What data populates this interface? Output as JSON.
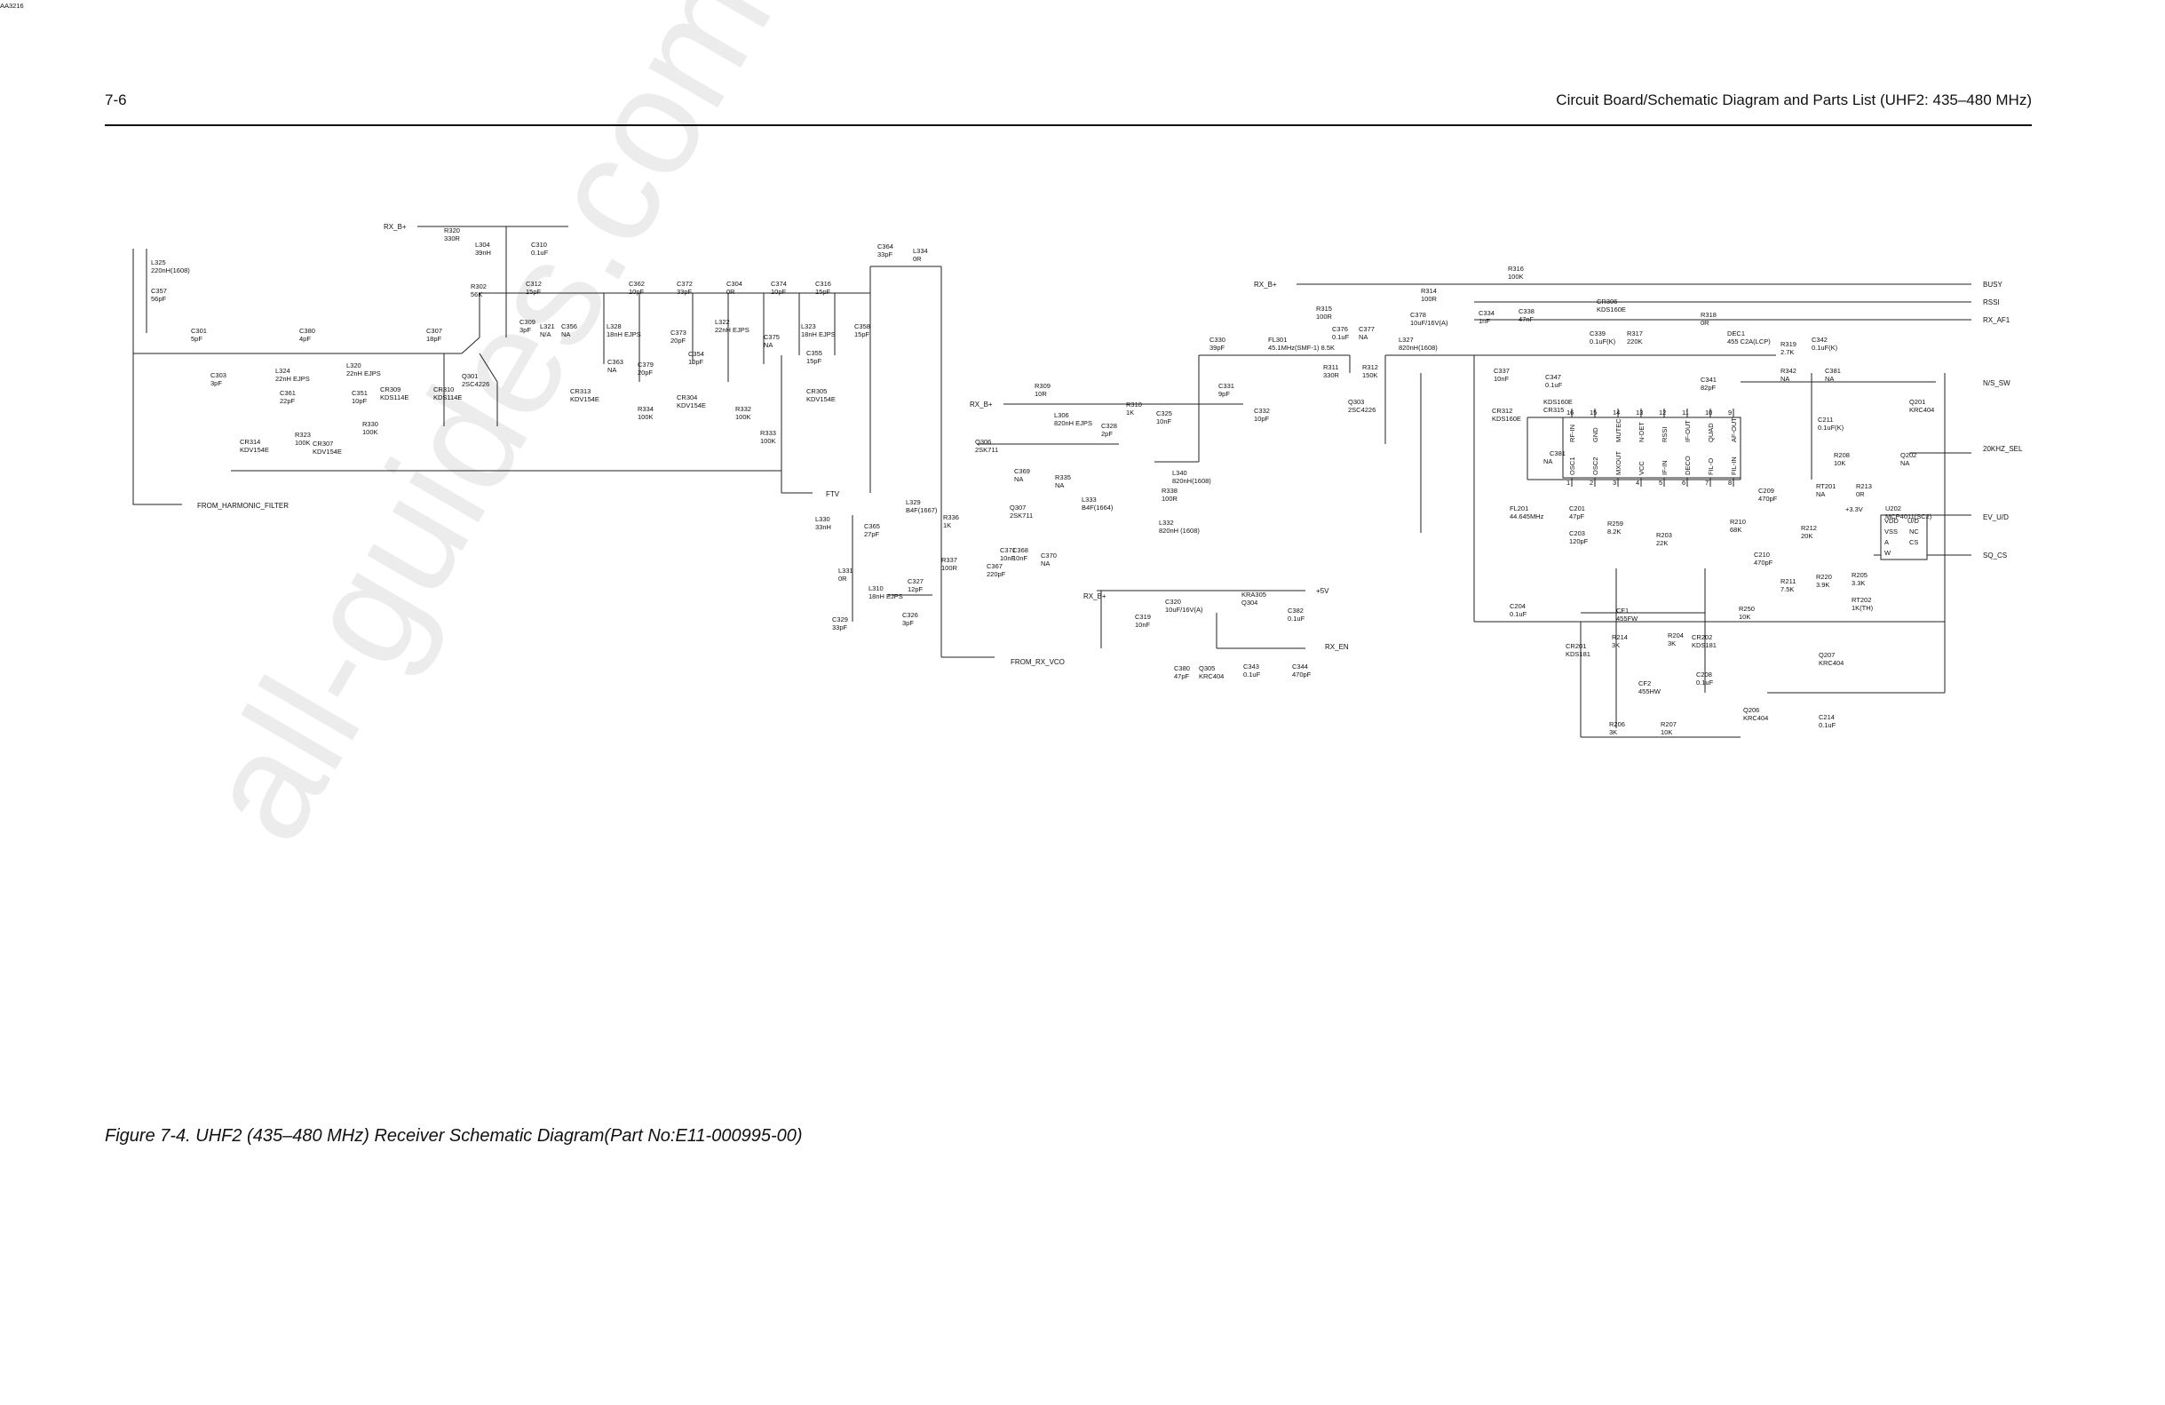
{
  "header": {
    "page_number": "7-6",
    "title": "Circuit Board/Schematic Diagram and Parts List (UHF2: 435–480 MHz)"
  },
  "caption": "Figure 7-4. UHF2 (435–480 MHz) Receiver Schematic Diagram(Part No:E11-000995-00)",
  "watermark": "all-guides.com",
  "nets": {
    "rx_b_top": "RX_B+",
    "rx_b_mid": "RX_B+",
    "rx_b_right": "RX_B+",
    "rx_b_bottom": "RX_B+",
    "from_harmonic_filter": "FROM_HARMONIC_FILTER",
    "ftv": "FTV",
    "from_rx_vco": "FROM_RX_VCO",
    "busy": "BUSY",
    "rssi": "RSSI",
    "rx_af1": "RX_AF1",
    "ns_sw": "N/S_SW",
    "khz_sel": "20KHZ_SEL",
    "ev_ud": "EV_U/D",
    "sq_cs": "SQ_CS",
    "plus5v": "+5V",
    "rx_en": "RX_EN",
    "plus3v": "+3.3V"
  },
  "components": [
    {
      "id": "L325",
      "text": [
        "L325",
        "220nH(1608)"
      ]
    },
    {
      "id": "C357",
      "text": [
        "C357",
        "56pF"
      ]
    },
    {
      "id": "R320",
      "text": [
        "R320",
        "330R"
      ]
    },
    {
      "id": "L304",
      "text": [
        "L304",
        "39nH"
      ]
    },
    {
      "id": "C310",
      "text": [
        "C310",
        "0.1uF"
      ]
    },
    {
      "id": "R302",
      "text": [
        "R302",
        "56K"
      ]
    },
    {
      "id": "C312",
      "text": [
        "C312",
        "15pF"
      ]
    },
    {
      "id": "C301",
      "text": [
        "C301",
        "5pF"
      ]
    },
    {
      "id": "C380",
      "text": [
        "C380",
        "4pF"
      ]
    },
    {
      "id": "C307",
      "text": [
        "C307",
        "18pF"
      ]
    },
    {
      "id": "C303",
      "text": [
        "C303",
        "3pF"
      ]
    },
    {
      "id": "L324",
      "text": [
        "L324",
        "22nH EJPS"
      ]
    },
    {
      "id": "C361",
      "text": [
        "C361",
        "22pF"
      ]
    },
    {
      "id": "L320",
      "text": [
        "L320",
        "22nH EJPS"
      ]
    },
    {
      "id": "C351",
      "text": [
        "C351",
        "10pF"
      ]
    },
    {
      "id": "CR309",
      "text": [
        "CR309",
        "KDS114E"
      ]
    },
    {
      "id": "CR310",
      "text": [
        "CR310",
        "KDS114E"
      ]
    },
    {
      "id": "Q301",
      "text": [
        "Q301",
        "2SC4226"
      ]
    },
    {
      "id": "R330",
      "text": [
        "R330",
        "100K"
      ]
    },
    {
      "id": "CR314",
      "text": [
        "CR314",
        "KDV154E"
      ]
    },
    {
      "id": "R323",
      "text": [
        "R323",
        "100K"
      ]
    },
    {
      "id": "CR307",
      "text": [
        "CR307",
        "KDV154E"
      ]
    },
    {
      "id": "C309",
      "text": [
        "C309",
        "3pF"
      ]
    },
    {
      "id": "L321",
      "text": [
        "L321",
        "N/A"
      ]
    },
    {
      "id": "C356",
      "text": [
        "C356",
        "NA"
      ]
    },
    {
      "id": "C362",
      "text": [
        "C362",
        "10pF"
      ]
    },
    {
      "id": "L328",
      "text": [
        "L328",
        "18nH EJPS"
      ]
    },
    {
      "id": "C363",
      "text": [
        "C363",
        "NA"
      ]
    },
    {
      "id": "C379",
      "text": [
        "C379",
        "20pF"
      ]
    },
    {
      "id": "CR313",
      "text": [
        "CR313",
        "KDV154E"
      ]
    },
    {
      "id": "R334",
      "text": [
        "R334",
        "100K"
      ]
    },
    {
      "id": "C372",
      "text": [
        "C372",
        "33pF"
      ]
    },
    {
      "id": "C373",
      "text": [
        "C373",
        "20pF"
      ]
    },
    {
      "id": "C304",
      "text": [
        "C304",
        "0R"
      ]
    },
    {
      "id": "L322",
      "text": [
        "L322",
        "22nH EJPS"
      ]
    },
    {
      "id": "C354",
      "text": [
        "C354",
        "10pF"
      ]
    },
    {
      "id": "CR304",
      "text": [
        "CR304",
        "KDV154E"
      ]
    },
    {
      "id": "R332",
      "text": [
        "R332",
        "100K"
      ]
    },
    {
      "id": "C375",
      "text": [
        "C375",
        "NA"
      ]
    },
    {
      "id": "C374",
      "text": [
        "C374",
        "10pF"
      ]
    },
    {
      "id": "C316",
      "text": [
        "C316",
        "15pF"
      ]
    },
    {
      "id": "L323",
      "text": [
        "L323",
        "18nH EJPS"
      ]
    },
    {
      "id": "C358",
      "text": [
        "C358",
        "15pF"
      ]
    },
    {
      "id": "C355",
      "text": [
        "C355",
        "15pF"
      ]
    },
    {
      "id": "R333",
      "text": [
        "R333",
        "100K"
      ]
    },
    {
      "id": "CR305",
      "text": [
        "CR305",
        "KDV154E"
      ]
    },
    {
      "id": "C364",
      "text": [
        "C364",
        "33pF"
      ]
    },
    {
      "id": "L334",
      "text": [
        "L334",
        "0R"
      ]
    },
    {
      "id": "R309",
      "text": [
        "R309",
        "10R"
      ]
    },
    {
      "id": "L306",
      "text": [
        "L306",
        "820nH EJPS"
      ]
    },
    {
      "id": "C328",
      "text": [
        "C328",
        "2pF"
      ]
    },
    {
      "id": "R310",
      "text": [
        "R310",
        "1K"
      ]
    },
    {
      "id": "C325",
      "text": [
        "C325",
        "10nF"
      ]
    },
    {
      "id": "Q306",
      "text": [
        "Q306",
        "2SK711"
      ]
    },
    {
      "id": "C369",
      "text": [
        "C369",
        "NA"
      ]
    },
    {
      "id": "R335",
      "text": [
        "R335",
        "NA"
      ]
    },
    {
      "id": "L333",
      "text": [
        "L333",
        "B4F(1664)"
      ]
    },
    {
      "id": "L340",
      "text": [
        "L340",
        "820nH(1608)"
      ]
    },
    {
      "id": "R338",
      "text": [
        "R338",
        "100R"
      ]
    },
    {
      "id": "L332",
      "text": [
        "L332",
        "820nH (1608)"
      ]
    },
    {
      "id": "L329",
      "text": [
        "L329",
        "B4F(1667)"
      ]
    },
    {
      "id": "R336",
      "text": [
        "R336",
        "1K"
      ]
    },
    {
      "id": "Q307",
      "text": [
        "Q307",
        "2SK711"
      ]
    },
    {
      "id": "R337",
      "text": [
        "R337",
        "100R"
      ]
    },
    {
      "id": "C367",
      "text": [
        "C367",
        "220pF"
      ]
    },
    {
      "id": "C371",
      "text": [
        "C371",
        "10nF"
      ]
    },
    {
      "id": "C368",
      "text": [
        "C368",
        "10nF"
      ]
    },
    {
      "id": "C370",
      "text": [
        "C370",
        "NA"
      ]
    },
    {
      "id": "L330",
      "text": [
        "L330",
        "33nH"
      ]
    },
    {
      "id": "C365",
      "text": [
        "C365",
        "27pF"
      ]
    },
    {
      "id": "L331",
      "text": [
        "L331",
        "0R"
      ]
    },
    {
      "id": "L310",
      "text": [
        "L310",
        "18nH EJPS"
      ]
    },
    {
      "id": "C327",
      "text": [
        "C327",
        "12pF"
      ]
    },
    {
      "id": "C326",
      "text": [
        "C326",
        "3pF"
      ]
    },
    {
      "id": "C329",
      "text": [
        "C329",
        "33pF"
      ]
    },
    {
      "id": "C330",
      "text": [
        "C330",
        "39pF"
      ]
    },
    {
      "id": "C331",
      "text": [
        "C331",
        "9pF"
      ]
    },
    {
      "id": "FL301",
      "text": [
        "FL301",
        "45.1MHz(SMF-1) 8.5K"
      ]
    },
    {
      "id": "C332",
      "text": [
        "C332",
        "10pF"
      ]
    },
    {
      "id": "R315",
      "text": [
        "R315",
        "100R"
      ]
    },
    {
      "id": "C376",
      "text": [
        "C376",
        "0.1uF"
      ]
    },
    {
      "id": "C377",
      "text": [
        "C377",
        "NA"
      ]
    },
    {
      "id": "R314",
      "text": [
        "R314",
        "100R"
      ]
    },
    {
      "id": "C378",
      "text": [
        "C378",
        "10uF/16V(A)"
      ]
    },
    {
      "id": "L327",
      "text": [
        "L327",
        "820nH(1608)"
      ]
    },
    {
      "id": "R311",
      "text": [
        "R311",
        "330R"
      ]
    },
    {
      "id": "R312",
      "text": [
        "R312",
        "150K"
      ]
    },
    {
      "id": "Q303",
      "text": [
        "Q303",
        "2SC4226"
      ]
    },
    {
      "id": "C334",
      "text": [
        "C334",
        "1nF"
      ]
    },
    {
      "id": "R316",
      "text": [
        "R316",
        "100K"
      ]
    },
    {
      "id": "C338",
      "text": [
        "C338",
        "47nF"
      ]
    },
    {
      "id": "CR306",
      "text": [
        "CR306",
        "KDS160E"
      ]
    },
    {
      "id": "C339",
      "text": [
        "C339",
        "0.1uF(K)"
      ]
    },
    {
      "id": "R317",
      "text": [
        "R317",
        "220K"
      ]
    },
    {
      "id": "R318",
      "text": [
        "R318",
        "0R"
      ]
    },
    {
      "id": "DEC1",
      "text": [
        "DEC1",
        "455 C2A(LCP)"
      ]
    },
    {
      "id": "C337",
      "text": [
        "C337",
        "10nF"
      ]
    },
    {
      "id": "C347",
      "text": [
        "C347",
        "0.1uF"
      ]
    },
    {
      "id": "CR312",
      "text": [
        "CR312",
        "KDS160E"
      ]
    },
    {
      "id": "CR315",
      "text": [
        "KDS160E",
        "CR315"
      ]
    },
    {
      "id": "C341",
      "text": [
        "C341",
        "82pF"
      ]
    },
    {
      "id": "R319",
      "text": [
        "R319",
        "2.7K"
      ]
    },
    {
      "id": "C342",
      "text": [
        "C342",
        "0.1uF(K)"
      ]
    },
    {
      "id": "R342",
      "text": [
        "R342",
        "NA"
      ]
    },
    {
      "id": "C381",
      "text": [
        "C381",
        "NA"
      ]
    },
    {
      "id": "Q201",
      "text": [
        "Q201",
        "KRC404"
      ]
    },
    {
      "id": "C211",
      "text": [
        "C211",
        "0.1uF(K)"
      ]
    },
    {
      "id": "U201",
      "text": [
        "U201",
        "AA3216"
      ]
    },
    {
      "id": "FL201",
      "text": [
        "FL201",
        "44.645MHz"
      ]
    },
    {
      "id": "C201",
      "text": [
        "C201",
        "47pF"
      ]
    },
    {
      "id": "C203",
      "text": [
        "C203",
        "120pF"
      ]
    },
    {
      "id": "R259",
      "text": [
        "R259",
        "8.2K"
      ]
    },
    {
      "id": "R203",
      "text": [
        "R203",
        "22K"
      ]
    },
    {
      "id": "C209",
      "text": [
        "C209",
        "470pF"
      ]
    },
    {
      "id": "R210",
      "text": [
        "R210",
        "68K"
      ]
    },
    {
      "id": "C210",
      "text": [
        "C210",
        "470pF"
      ]
    },
    {
      "id": "R208",
      "text": [
        "R208",
        "10K"
      ]
    },
    {
      "id": "Q202",
      "text": [
        "Q202",
        "NA"
      ]
    },
    {
      "id": "RT201",
      "text": [
        "RT201",
        "NA"
      ]
    },
    {
      "id": "R213",
      "text": [
        "R213",
        "0R"
      ]
    },
    {
      "id": "U202",
      "text": [
        "U202",
        "MCP4011(SC2)"
      ]
    },
    {
      "id": "R212",
      "text": [
        "R212",
        "20K"
      ]
    },
    {
      "id": "R211",
      "text": [
        "R211",
        "7.5K"
      ]
    },
    {
      "id": "R220",
      "text": [
        "R220",
        "3.9K"
      ]
    },
    {
      "id": "R205",
      "text": [
        "R205",
        "3.3K"
      ]
    },
    {
      "id": "RT202",
      "text": [
        "RT202",
        "1K(TH)"
      ]
    },
    {
      "id": "C204",
      "text": [
        "C204",
        "0.1uF"
      ]
    },
    {
      "id": "CR201",
      "text": [
        "CR201",
        "KDS181"
      ]
    },
    {
      "id": "CF1",
      "text": [
        "CF1",
        "455FW"
      ]
    },
    {
      "id": "R214",
      "text": [
        "R214",
        "3K"
      ]
    },
    {
      "id": "R204",
      "text": [
        "R204",
        "3K"
      ]
    },
    {
      "id": "CR202",
      "text": [
        "CR202",
        "KDS181"
      ]
    },
    {
      "id": "R250",
      "text": [
        "R250",
        "10K"
      ]
    },
    {
      "id": "Q207",
      "text": [
        "Q207",
        "KRC404"
      ]
    },
    {
      "id": "CF2",
      "text": [
        "CF2",
        "455HW"
      ]
    },
    {
      "id": "C208",
      "text": [
        "C208",
        "0.1uF"
      ]
    },
    {
      "id": "Q206",
      "text": [
        "Q206",
        "KRC404"
      ]
    },
    {
      "id": "R206",
      "text": [
        "R206",
        "3K"
      ]
    },
    {
      "id": "R207",
      "text": [
        "R207",
        "10K"
      ]
    },
    {
      "id": "C214",
      "text": [
        "C214",
        "0.1uF"
      ]
    },
    {
      "id": "C319",
      "text": [
        "C319",
        "10nF"
      ]
    },
    {
      "id": "C320",
      "text": [
        "C320",
        "10uF/16V(A)"
      ]
    },
    {
      "id": "KRA305",
      "text": [
        "KRA305",
        "Q304"
      ]
    },
    {
      "id": "C382",
      "text": [
        "C382",
        "0.1uF"
      ]
    },
    {
      "id": "C380b",
      "text": [
        "C380",
        "47pF"
      ]
    },
    {
      "id": "Q305",
      "text": [
        "Q305",
        "KRC404"
      ]
    },
    {
      "id": "C343",
      "text": [
        "C343",
        "0.1uF"
      ]
    },
    {
      "id": "C344",
      "text": [
        "C344",
        "470pF"
      ]
    }
  ],
  "u201_pins": {
    "top": [
      "RF-IN",
      "GND",
      "MUTEC",
      "N-DET",
      "RSSI",
      "IF-OUT",
      "QUAD",
      "AF-OUT"
    ],
    "top_nums": [
      "16",
      "15",
      "14",
      "13",
      "12",
      "11",
      "10",
      "9"
    ],
    "bottom": [
      "OSC1",
      "OSC2",
      "MXOUT",
      "VCC",
      "IF-IN",
      "DECO",
      "FIL-O",
      "FIL-IN"
    ],
    "bottom_nums": [
      "1",
      "2",
      "3",
      "4",
      "5",
      "6",
      "7",
      "8"
    ]
  },
  "u202_pins": [
    "VDD",
    "U/D",
    "VSS",
    "NC",
    "A",
    "CS",
    "W"
  ]
}
